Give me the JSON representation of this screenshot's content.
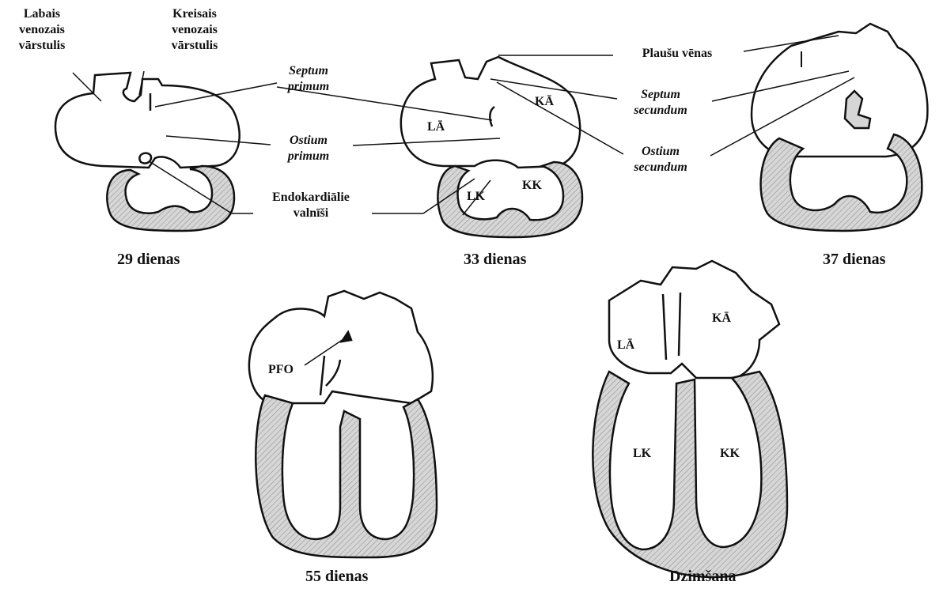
{
  "labels": {
    "right_venous_valve": [
      "Labais",
      "venozais",
      "vārstulis"
    ],
    "left_venous_valve": [
      "Kreisais",
      "venozais",
      "vārstulis"
    ],
    "septum_primum": [
      "Septum",
      "primum"
    ],
    "ostium_primum": [
      "Ostium",
      "primum"
    ],
    "endocardial_cushions": [
      "Endokardiālie",
      "valnīši"
    ],
    "pulmonary_veins": "Plaušu vēnas",
    "septum_secundum": [
      "Septum",
      "secundum"
    ],
    "ostium_secundum": [
      "Ostium",
      "secundum"
    ],
    "pfo": "PFO"
  },
  "chambers": {
    "left_atrium": "LĀ",
    "right_atrium": "KĀ",
    "left_ventricle": "LK",
    "right_ventricle": "KK"
  },
  "stages": [
    "29 dienas",
    "33 dienas",
    "37 dienas",
    "55 dienas",
    "Dzimšana"
  ],
  "colors": {
    "wall_fill": "#d6d6d6",
    "ink": "#111111",
    "background": "#ffffff"
  }
}
